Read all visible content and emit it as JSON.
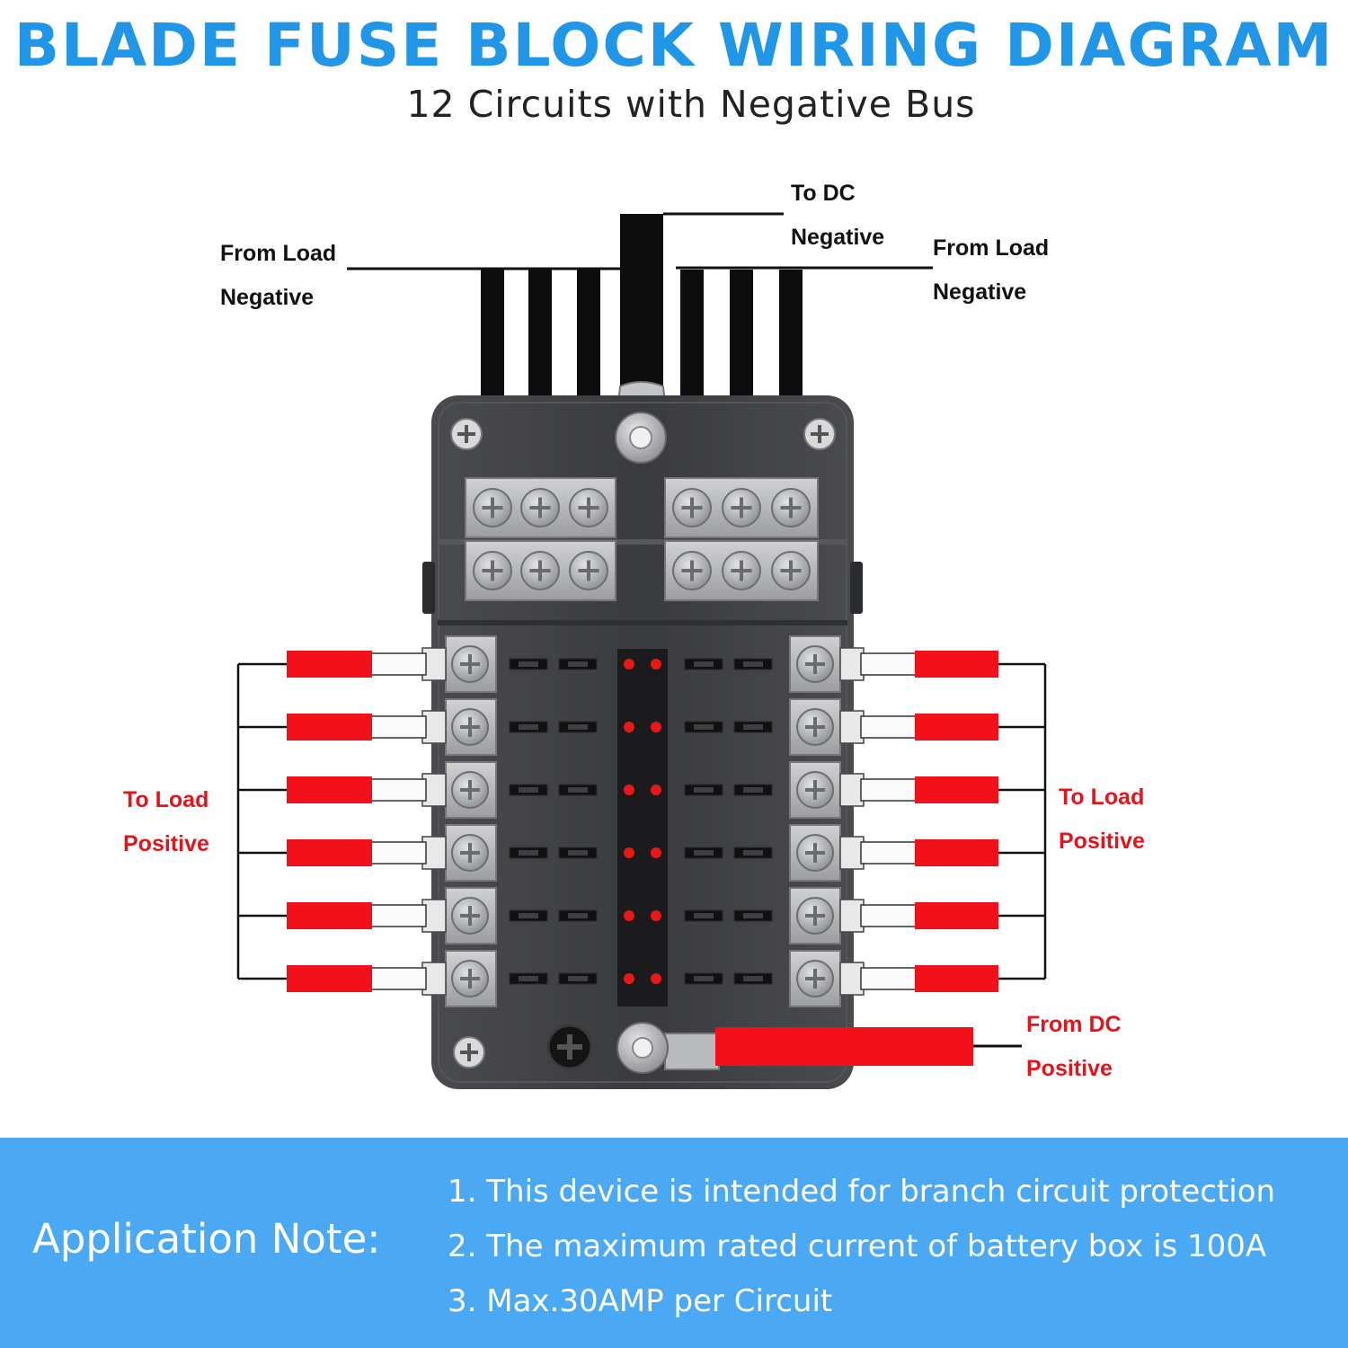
{
  "header": {
    "title": "BLADE FUSE BLOCK WIRING DIAGRAM",
    "subtitle": "12 Circuits with Negative Bus"
  },
  "labels": {
    "from_load_negative_left": [
      "From Load",
      "Negative"
    ],
    "to_dc_negative": [
      "To DC",
      "Negative"
    ],
    "from_load_negative_right": [
      "From Load",
      "Negative"
    ],
    "to_load_positive_left": [
      "To Load",
      "Positive"
    ],
    "to_load_positive_right": [
      "To Load",
      "Positive"
    ],
    "from_dc_positive": [
      "From DC",
      "Positive"
    ]
  },
  "fuse_block": {
    "circuits_per_side": 6,
    "negative_studs_per_group": 3,
    "negative_bus_rows": 2
  },
  "colors": {
    "title": "#2196e6",
    "positive_label": "#e3151b",
    "note_band": "#4aa9f2",
    "block_body": "#3c3d40",
    "terminal": "#b5b6b8",
    "wire_negative": "#0d0d0d",
    "wire_positive": "#f2101a",
    "indicator_led": "#e81818"
  },
  "note": {
    "heading": "Application Note:",
    "items": [
      "1. This device is intended for branch circuit protection",
      "2. The maximum rated current of battery box is 100A",
      "3. Max.30AMP  per Circuit"
    ]
  }
}
